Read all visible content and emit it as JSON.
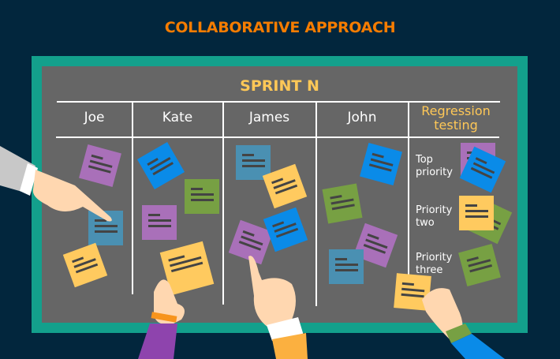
{
  "title": "COLLABORATIVE APPROACH",
  "board": {
    "heading": "SPRINT N",
    "columns": [
      "Joe",
      "Kate",
      "James",
      "John",
      "Regression testing"
    ],
    "priorities": [
      "Top priority",
      "Priority two",
      "Priority three"
    ]
  },
  "colors": {
    "background": "#02263D",
    "frame": "#13A08C",
    "board": "#666666",
    "title": "#F57C00",
    "accent": "#FFC857",
    "note_purple": "#A970B9",
    "note_blue": "#0A8BE8",
    "note_steel": "#4A90B2",
    "note_green": "#77A043",
    "note_yellow": "#FFCA5F"
  }
}
